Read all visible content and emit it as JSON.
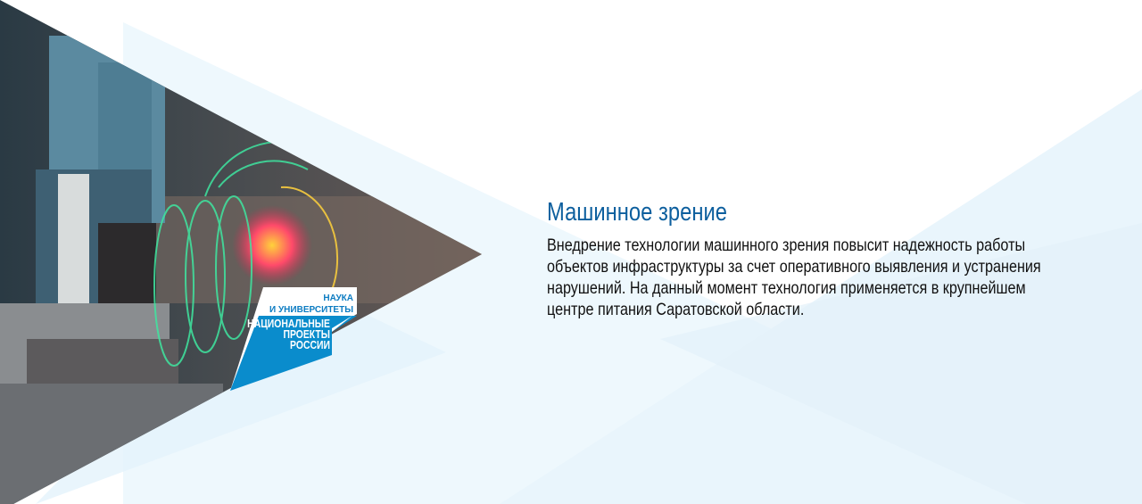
{
  "content": {
    "title": "Машинное зрение",
    "paragraph_lines": [
      "Внедрение технологии машинного зрения повысит надежность работы",
      "объектов инфраструктуры за счет оперативного выявления и устранения",
      "нарушений. На данный момент технология применяется в крупнейшем",
      "центре питания Саратовской области."
    ]
  },
  "logo": {
    "top_line1": "НАУКА",
    "top_line2": "И УНИВЕРСИТЕТЫ",
    "main_line1": "НАЦИОНАЛЬНЫЕ",
    "main_line2": "ПРОЕКТЫ",
    "main_line3": "РОССИИ"
  },
  "colors": {
    "accent": "#0d5f9e",
    "logo_blue": "#0a8ccc",
    "triangle_light": "#e6f4fc"
  }
}
